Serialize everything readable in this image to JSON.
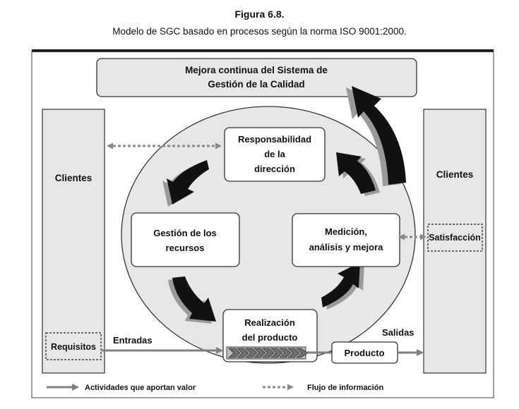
{
  "figure": {
    "title": "Figura 6.8.",
    "subtitle": "Modelo de SGC basado en procesos según la norma ISO 9001:2000."
  },
  "top_box": {
    "line1": "Mejora continua del Sistema de",
    "line2": "Gestión de la Calidad"
  },
  "left_column": {
    "label": "Clientes",
    "requirements": "Requisitos"
  },
  "right_column": {
    "label": "Clientes",
    "satisfaction": "Satisfacción"
  },
  "processes": {
    "management": {
      "line1": "Responsabilidad",
      "line2": "de la",
      "line3": "dirección"
    },
    "resources": {
      "line1": "Gestión de los",
      "line2": "recursos"
    },
    "measurement": {
      "line1": "Medición,",
      "line2": "análisis y mejora"
    },
    "realization": {
      "line1": "Realización",
      "line2": "del producto"
    }
  },
  "flow": {
    "inputs": "Entradas",
    "outputs": "Salidas",
    "product": "Producto"
  },
  "legend": {
    "value_activities": "Actividades que aportan valor",
    "information_flow": "Flujo de información"
  },
  "colors": {
    "panel_fill": "#e7e7e7",
    "dark_arrow": "#111111",
    "shadow_arrow": "#9a9a9a",
    "flow_arrow": "#808080"
  }
}
